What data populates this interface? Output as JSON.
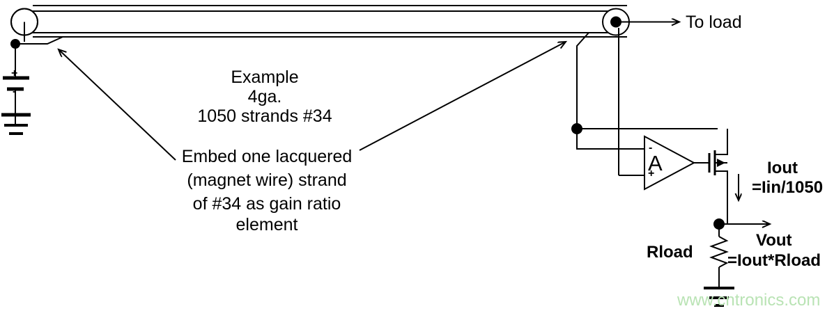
{
  "figure": {
    "kind": "circuit-schematic",
    "title_text_block": {
      "lines": [
        "Example",
        "4ga.",
        "1050 strands #34"
      ]
    },
    "annotation_block": {
      "lines": [
        "Embed one lacquered",
        "(magnet wire) strand",
        "of #34 as gain ratio",
        "element"
      ]
    },
    "labels": {
      "to_load": "To load",
      "amp": "A",
      "opamp_minus": "-",
      "opamp_plus": "+",
      "battery_plus": "+",
      "battery_minus": "-",
      "iout": "Iout",
      "iout_eq": "=Iin/1050",
      "rload": "Rload",
      "vout": "Vout",
      "vout_eq": "=Iout*Rload"
    },
    "watermark": "www.cntronics.com",
    "colors": {
      "stroke": "#000000",
      "background": "#ffffff",
      "text": "#000000",
      "watermark": "#b9e3b4"
    }
  }
}
